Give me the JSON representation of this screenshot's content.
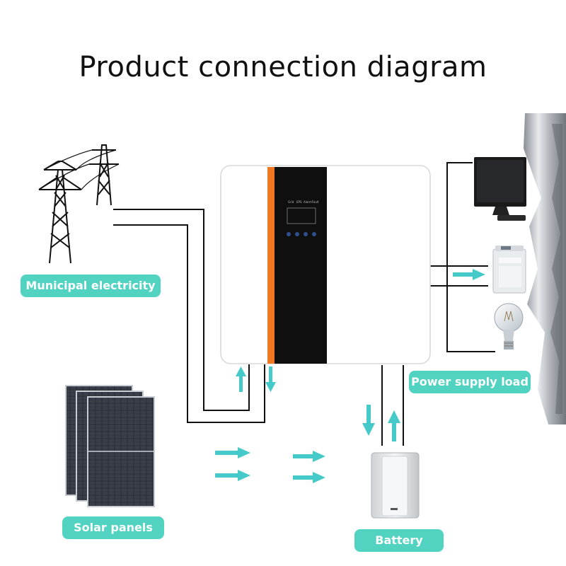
{
  "title": "Product connection diagram",
  "colors": {
    "label_bg": "#52d3c2",
    "arrow": "#45c9c9",
    "inverter_accent": "#f07820",
    "inverter_panel": "#0f0f10",
    "wire": "#111111"
  },
  "labels": {
    "municipal": "Municipal electricity",
    "load": "Power supply load",
    "solar": "Solar panels",
    "battery": "Battery"
  },
  "inverter_display": {
    "indicators": [
      "Grid",
      "EPS",
      "Alarm",
      "Fault"
    ]
  },
  "icons": [
    "power-tower-icon",
    "monitor-icon",
    "washing-machine-icon",
    "light-bulb-icon",
    "solar-panel-icon",
    "battery-icon",
    "inverter-icon"
  ]
}
